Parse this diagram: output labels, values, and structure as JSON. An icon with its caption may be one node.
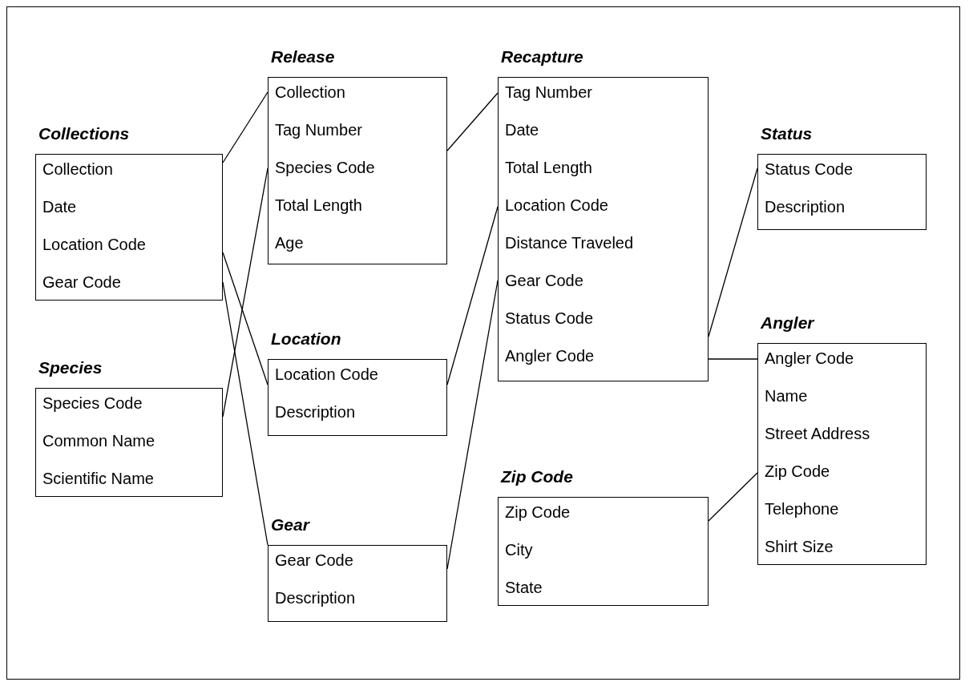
{
  "diagram": {
    "nodes": [
      {
        "text": [
          "Collections",
          "Collection",
          "Date",
          "Location Code",
          "Gear Code"
        ]
      },
      {
        "text": [
          "Release",
          "Collection",
          "Tag Number",
          "Species Code",
          "Total Length",
          "Age"
        ]
      },
      {
        "text": [
          "Recapture",
          "Tag Number",
          "Date",
          "Total Length",
          "Location Code",
          "Distance Traveled",
          "Gear Code",
          "Status Code",
          "Angler Code"
        ]
      },
      {
        "text": [
          "Status",
          "Status Code",
          "Description"
        ]
      },
      {
        "text": [
          "Location",
          "Location Code",
          "Description"
        ]
      },
      {
        "text": [
          "Angler",
          "Angler Code",
          "Name",
          "Street Address",
          "Zip Code",
          "Telephone",
          "Shirt Size"
        ]
      },
      {
        "text": [
          "Species",
          "Species Code",
          "Common Name",
          "Scientific Name"
        ]
      },
      {
        "text": [
          "Zip Code",
          "Zip Code",
          "City",
          "State"
        ]
      },
      {
        "text": [
          "Gear",
          "Gear Code",
          "Description"
        ]
      }
    ],
    "edges": [
      {
        "from": 0,
        "to": 1,
        "arrow": "none"
      },
      {
        "from": 1,
        "to": 2,
        "arrow": "none"
      },
      {
        "from": 6,
        "to": 1,
        "arrow": "none"
      },
      {
        "from": 0,
        "to": 4,
        "arrow": "none"
      },
      {
        "from": 0,
        "to": 8,
        "arrow": "none"
      },
      {
        "from": 4,
        "to": 2,
        "arrow": "none"
      },
      {
        "from": 8,
        "to": 2,
        "arrow": "none"
      },
      {
        "from": 2,
        "to": 3,
        "arrow": "none"
      },
      {
        "from": 2,
        "to": 5,
        "arrow": "none"
      },
      {
        "from": 7,
        "to": 5,
        "arrow": "none"
      }
    ]
  }
}
